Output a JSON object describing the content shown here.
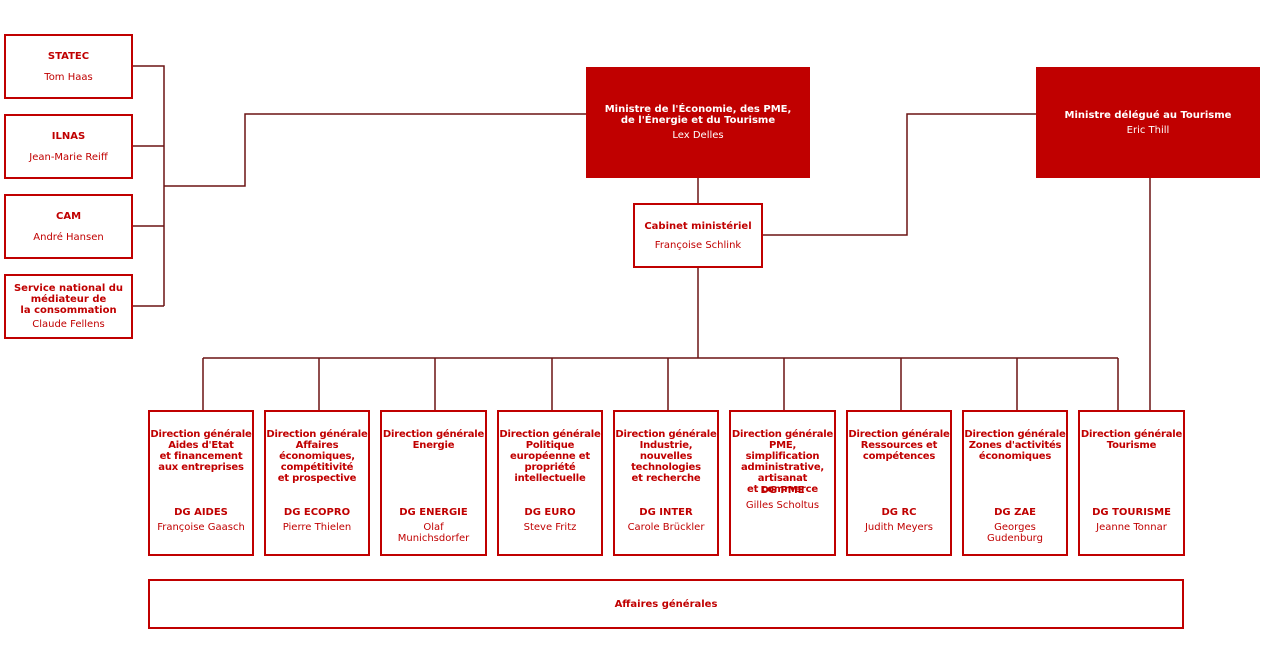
{
  "side_entities": [
    {
      "title": "STATEC",
      "name": "Tom Haas"
    },
    {
      "title": "ILNAS",
      "name": "Jean-Marie Reiff"
    },
    {
      "title": "CAM",
      "name": "André Hansen"
    },
    {
      "title": "Service national du\nmédiateur de\nla consommation",
      "name": "Claude Fellens"
    }
  ],
  "minister": {
    "title": "Ministre de l'Économie, des PME,\nde l'Énergie et du Tourisme",
    "name": "Lex Delles"
  },
  "delegate": {
    "title": "Ministre délégué au Tourisme",
    "name": "Eric Thill"
  },
  "cabinet": {
    "title": "Cabinet ministériel",
    "name": "Françoise Schlink"
  },
  "directorates": [
    {
      "title": "Direction générale\nAides d'Etat\net financement\naux entreprises",
      "abbr": "DG AIDES",
      "name": "Françoise Gaasch"
    },
    {
      "title": "Direction générale\nAffaires\néconomiques,\ncompétitivité\net prospective",
      "abbr": "DG ECOPRO",
      "name": "Pierre Thielen"
    },
    {
      "title": "Direction générale\nEnergie",
      "abbr": "DG ENERGIE",
      "name": "Olaf\nMunichsdorfer"
    },
    {
      "title": "Direction générale\nPolitique\neuropéenne et\npropriété\nintellectuelle",
      "abbr": "DG EURO",
      "name": "Steve Fritz"
    },
    {
      "title": "Direction générale\nIndustrie,\nnouvelles\ntechnologies\net recherche",
      "abbr": "DG INTER",
      "name": "Carole Brückler"
    },
    {
      "title": "Direction générale\nPME,\nsimplification\nadministrative,\nartisanat\net commerce",
      "abbr": "DG PME",
      "name": "Gilles Scholtus"
    },
    {
      "title": "Direction générale\nRessources et\ncompétences",
      "abbr": "DG RC",
      "name": "Judith Meyers"
    },
    {
      "title": "Direction générale\nZones d'activités\néconomiques",
      "abbr": "DG ZAE",
      "name": "Georges\nGudenburg"
    },
    {
      "title": "Direction générale\nTourisme",
      "abbr": "DG TOURISME",
      "name": "Jeanne Tonnar"
    }
  ],
  "general_affairs": {
    "title": "Affaires générales"
  },
  "colors": {
    "accent": "#c00000",
    "connector": "#6b1414",
    "text_on_accent": "#ffffff"
  }
}
